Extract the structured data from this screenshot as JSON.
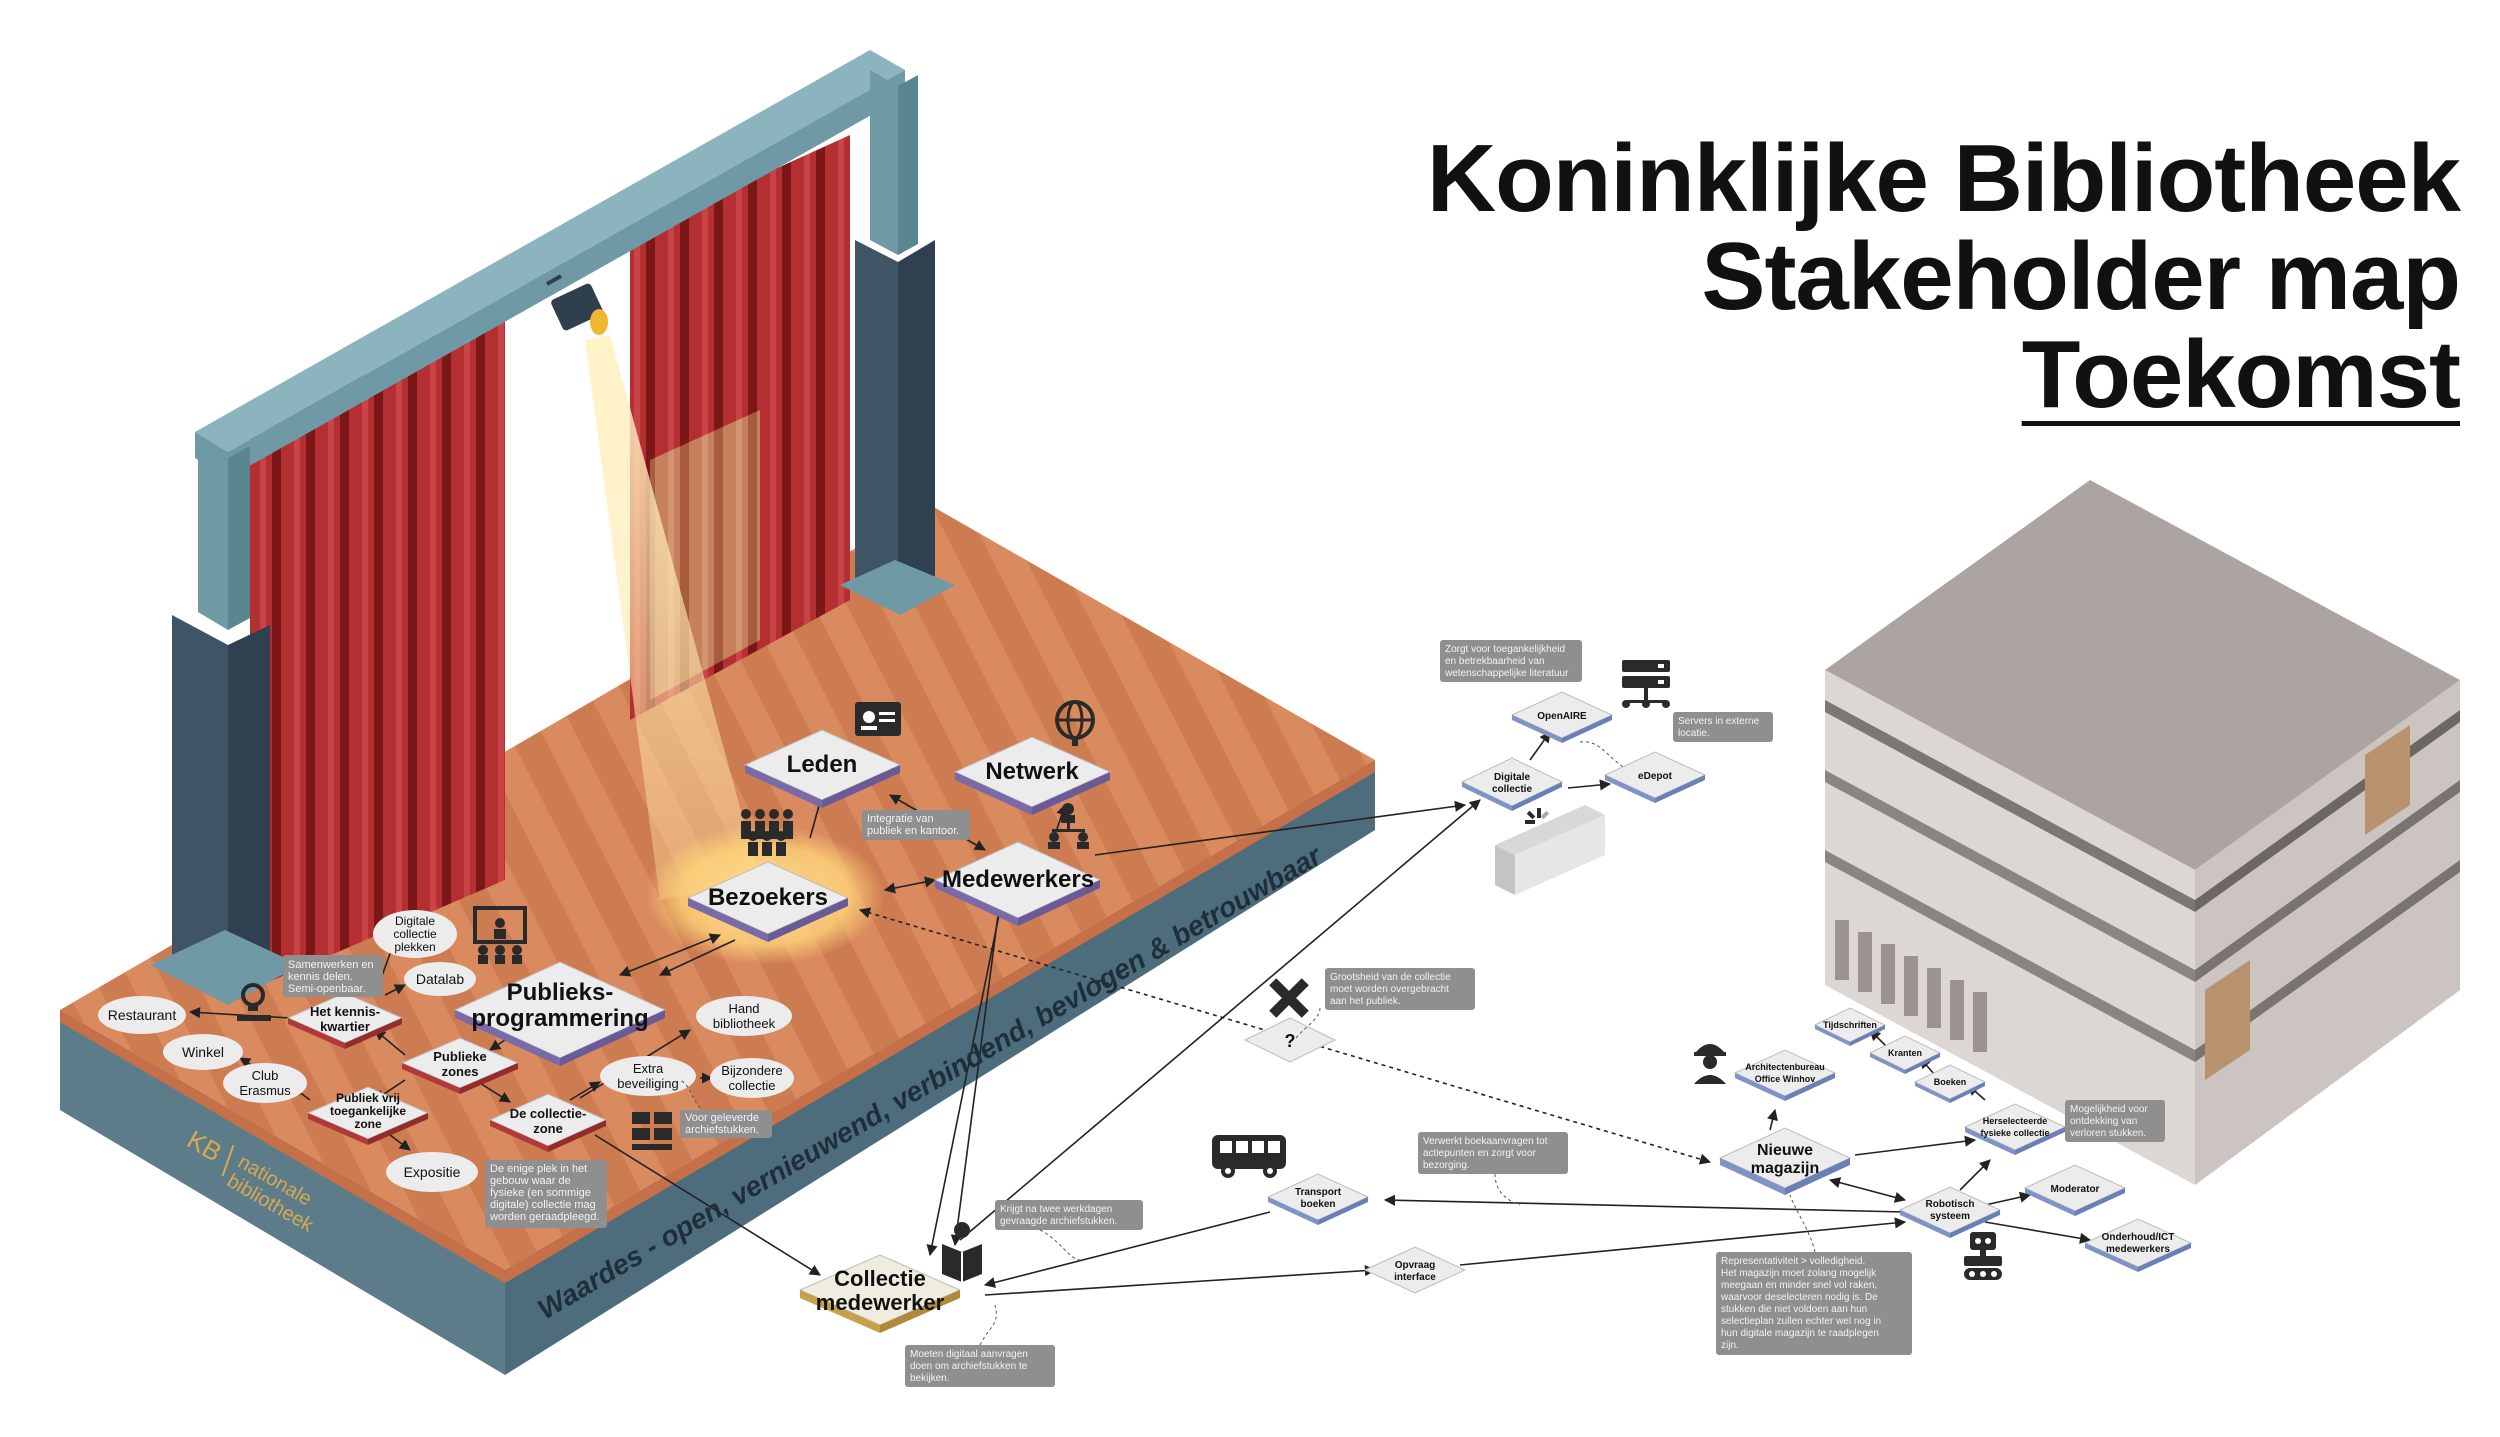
{
  "title": {
    "line1": "Koninklijke Bibliotheek",
    "line2": "Stakeholder map",
    "line3": "Toekomst"
  },
  "stage_banner": "Waardes - open, vernieuwend, verbindend, bevlogen & betrouwbaar",
  "logo": {
    "mark": "KB",
    "line1": "nationale",
    "line2": "bibliotheek"
  },
  "nodes": {
    "leden": "Leden",
    "netwerk": "Netwerk",
    "bezoekers": "Bezoekers",
    "medewerkers": "Medewerkers",
    "publieksprogrammering_1": "Publieks-",
    "publieksprogrammering_2": "programmering",
    "collectie_medewerker_1": "Collectie",
    "collectie_medewerker_2": "medewerker",
    "kenniskwartier_1": "Het kennis-",
    "kenniskwartier_2": "kwartier",
    "publieke_zones_1": "Publieke",
    "publieke_zones_2": "zones",
    "vrij_zone_1": "Publiek vrij",
    "vrij_zone_2": "toegankelijke",
    "vrij_zone_3": "zone",
    "collectie_zone_1": "De collectie-",
    "collectie_zone_2": "zone",
    "digitale_collectie_1": "Digitale",
    "digitale_collectie_2": "collectie",
    "openaire": "OpenAIRE",
    "edepot": "eDepot",
    "question": "?",
    "nieuwe_magazijn_1": "Nieuwe",
    "nieuwe_magazijn_2": "magazijn",
    "transport_1": "Transport",
    "transport_2": "boeken",
    "opvraag_1": "Opvraag",
    "opvraag_2": "interface",
    "robotisch_1": "Robotisch",
    "robotisch_2": "systeem",
    "moderator": "Moderator",
    "onderhoud_1": "Onderhoud/ICT",
    "onderhoud_2": "medewerkers",
    "architecten_1": "Architectenbureau",
    "architecten_2": "Office Winhov",
    "tijdschriften": "Tijdschriften",
    "kranten": "Kranten",
    "boeken": "Boeken",
    "herselecteerde_1": "Herselecteerde",
    "herselecteerde_2": "fysieke collectie"
  },
  "ellipses": {
    "restaurant": "Restaurant",
    "winkel": "Winkel",
    "club_1": "Club",
    "club_2": "Erasmus",
    "expositie": "Expositie",
    "datalab": "Datalab",
    "digitale_plekken_1": "Digitale",
    "digitale_plekken_2": "collectie",
    "digitale_plekken_3": "plekken",
    "hand_1": "Hand",
    "hand_2": "bibliotheek",
    "extra_1": "Extra",
    "extra_2": "beveiliging",
    "bijzondere_1": "Bijzondere",
    "bijzondere_2": "collectie"
  },
  "notes": {
    "samenwerken_1": "Samenwerken en",
    "samenwerken_2": "kennis delen.",
    "samenwerken_3": "Semi-openbaar.",
    "integratie_1": "Integratie van",
    "integratie_2": "publiek en kantoor.",
    "geleverde_1": "Voor geleverde",
    "geleverde_2": "archiefstukken.",
    "enige_1": "De enige plek in het",
    "enige_2": "gebouw waar de",
    "enige_3": "fysieke (en sommige",
    "enige_4": "digitale) collectie mag",
    "enige_5": "worden geraadpleegd.",
    "openaire_1": "Zorgt voor toegankelijkheid",
    "openaire_2": "en betrekbaarheid van",
    "openaire_3": "wetenschappelijke literatuur",
    "servers_1": "Servers in externe",
    "servers_2": "locatie.",
    "grootsheid_1": "Grootsheid van de collectie",
    "grootsheid_2": "moet worden overgebracht",
    "grootsheid_3": "aan het publiek.",
    "verwerkt_1": "Verwerkt boekaanvragen tot",
    "verwerkt_2": "actiepunten en zorgt voor",
    "verwerkt_3": "bezorging.",
    "krijgt_1": "Krijgt na twee werkdagen",
    "krijgt_2": "gevraagde archiefstukken.",
    "moeten_1": "Moeten digitaal aanvragen",
    "moeten_2": "doen om archiefstukken te",
    "moeten_3": "bekijken.",
    "mogelijkheid_1": "Mogelijkheid voor",
    "mogelijkheid_2": "ontdekking van",
    "mogelijkheid_3": "verloren stukken.",
    "repr_1": "Representativiteit > volledigheid.",
    "repr_2": "Het magazijn moet zolang mogelijk",
    "repr_3": "meegaan en minder snel vol raken,",
    "repr_4": "waarvoor deselecteren nodig is. De",
    "repr_5": "stukken die niet voldoen aan hun",
    "repr_6": "selectieplan zullen echter wel nog in",
    "repr_7": "hun digitale magazijn te raadplegen",
    "repr_8": "zijn."
  },
  "icons": [
    "spotlight-icon",
    "id-card-icon",
    "globe-icon",
    "people-group-icon",
    "org-chart-icon",
    "presentation-icon",
    "lightbulb-icon",
    "archive-boxes-icon",
    "server-icon",
    "loading-spinner-icon",
    "pencil-ruler-icon",
    "bus-icon",
    "reading-person-icon",
    "construction-worker-icon",
    "robot-icon"
  ],
  "colors": {
    "stage_wood": "#d9825a",
    "stage_side": "#4e6d7c",
    "frame": "#6f9aa5",
    "curtain": "#a62a2c",
    "node_top": "#ededed",
    "node_edge_purple": "#7a6aa8",
    "node_edge_red": "#b03a3a",
    "node_edge_gold": "#c9a04a",
    "node_edge_blue": "#7f93c7",
    "note_bg": "#8f8f8f",
    "building_top": "#aca4a1",
    "building_front": "#ddd7d3",
    "building_side": "#cbc4c0",
    "accent_panel": "#b8926e",
    "logo_gold": "#d7a94f"
  }
}
